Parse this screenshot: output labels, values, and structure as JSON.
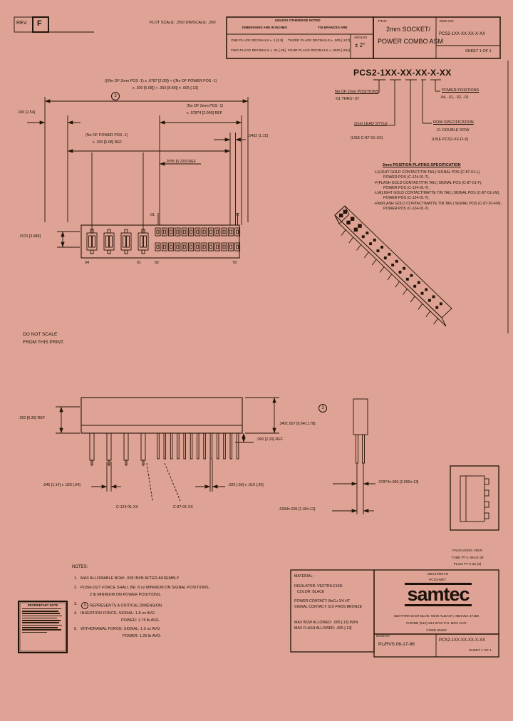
{
  "header": {
    "rev_label": "REV.",
    "rev_value": "F",
    "plot_scale": "PLOT SCALE: .250/ DIMSCALE: .200",
    "tolerance": {
      "unless": "UNLESS OTHERWISE NOTED",
      "dims_in": "DIMENSIONS ARE IN INCHES",
      "tols_are": "TOLERANCES ARE",
      "one_place": "ONE PLACE DECIMALS ± .1 [2.5]",
      "two_place": "TWO PLACE DECIMALS ± .01 [.25]",
      "three_place": "THREE PLACE DECIMALS ± .005 [.127]",
      "four_place": "FOUR PLACE DECIMALS ± .0020 [.051]",
      "angles_label": "ANGLES",
      "angles_value": "± 2°"
    },
    "title_label": "TITLE:",
    "title_line1": "2mm SOCKET/",
    "title_line2": "POWER COMBO ASM",
    "dwg_label": "DWG NO:",
    "dwg_no": "PCS2-1XX-XX-XX-X-XX",
    "sheet": "SHEET 1 OF 1"
  },
  "part_number": {
    "full": "PCS2-1XX-XX-XX-X-XX",
    "positions_label": "No OF 2mm POSITIONS",
    "positions_range": "-01 THRU -37",
    "power_label": "POWER POSITIONS",
    "power_values": "-04, -31, -32, -01",
    "lead_label": "2mm LEAD STYLE",
    "lead_use": "(USE C-87-01-XX)",
    "row_label": "ROW SPECIFICATION",
    "row_value": "-D: DOUBLE ROW",
    "row_use": "(USE PCS2-XX-D-X)"
  },
  "plating": {
    "title": "2mm POSITION PLATING SPECIFICATION",
    "lines": [
      "-L(LIGHT GOLD CONTACT/TIN TAIL) SIGNAL POS (C-87-01-L),",
      "POWER POS (C-124-01-T),",
      "-F(FLASH GOLD CONTACT/TIN TAIL) SIGNAL POS (C-87-01-F),",
      "POWER POS (C-124-01-T),",
      "-LM(LIGHT GOLD CONTACT/MATTE TIN TAIL) SIGNAL POS (C-87-01-LM),",
      "POWER POS (C-124-01-T),",
      "-FM(FLASH GOLD CONTACT/MATTE TIN TAIL) SIGNAL POS (C-87-01-FM),",
      "POWER POS (C-124-01-T)."
    ]
  },
  "top_view": {
    "formula_line1": "(((No OF 2mm POS -1) x .0787 [2.00]) + ((No OF POWER POS -1)",
    "formula_line2": "x .200 [5.08]) + .350 [8.89]) ± .005 [.13]",
    "dim_2mm_l1": "(No OF 2mm POS -1)",
    "dim_2mm_l2": "x .07874 [2.000] REF",
    "dim_power_l1": "(No OF POWER POS -1)",
    "dim_power_l2": "x .200 [5.08] REF",
    "dim_100": ".100 [2.54]",
    "dim_2055": ".2055 [5.220] REF",
    "dim_0452": ".0452 [1.15]",
    "dim_1570": ".1570 [3.988]",
    "pin_top_left": "01",
    "pin_top_right": "77",
    "pin_power_left": "04",
    "pin_power_right": "01",
    "pin_bot_left": "02",
    "pin_bot_right": "78",
    "critical_symbol": "3"
  },
  "side_view": {
    "dim_250": ".250 [6.35] REF",
    "dim_340": ".340±.007 [8.64±.178]",
    "dim_090": ".090 [2.29] REF",
    "dim_power_pin": ".045 [1.14] x .025 [.64]",
    "dim_signal_pin": ".020 [.50] x .010 [.25]",
    "callout_power": "C-124-01-XX",
    "callout_signal": "C-87-01-XX",
    "dim_07874": ".07874±.005 [2.000±.13]",
    "dim_0394": ".0394±.005 [1.00±.13]",
    "critical_symbol": "3"
  },
  "do_not_scale": {
    "line1": "DO NOT SCALE",
    "line2": "FROM THIS PRINT."
  },
  "notes": {
    "title": "NOTES:",
    "nums": [
      "1.",
      "2.",
      "3.",
      "4.",
      "5."
    ],
    "n1": "MAX ALLOWABLE BOW: .005 IN/IN AFTER ASSEMBLY",
    "n2a": "PUSH-OUT FORCE SHALL BE: 8 oz MINIMUM ON SIGNAL POSITIONS,",
    "n2b": "2 lb MINIMUM ON POWER POSITIONS.",
    "n3_sym": "3",
    "n3": "REPRESENTS A CRITICAL DIMENSION.",
    "n4a": "INSERTION FORCE; SIGNAL: 1.8 oz AVG",
    "n4b": "POWER: 1.75 lb AVG.",
    "n5a": "WITHDRAWAL FORCE; SIGNAL: 1.0 oz AVG",
    "n5b": "POWER: 1.25 lb AVG."
  },
  "material": {
    "title": "MATERIAL:",
    "insulator": "INSULATOR: VECTRA E130i",
    "color": "COLOR: BLACK",
    "power_contact": "POWER CONTACT: BeCu 1/4 HT",
    "signal_contact": "SIGNAL CONTACT: 510 PHOS BRONZE",
    "max_bow": "MAX BOW ALLOWED: .005 [.13] IN/IN",
    "max_flash": "MAX FLASH ALLOWED: .005 [.13]"
  },
  "packaging": {
    "line1": "PACKAGING VIEW",
    "line2": "TUBE PT-1-36-01-38",
    "line3": "PLUG PT-2-32 (2)"
  },
  "proprietary": {
    "title": "PROPRIETARY NOTE"
  },
  "footer": {
    "dept_line1": "MECH/MKTG",
    "dept_line2": "PCS2-MKT",
    "logo": "samtec",
    "address1": "520 PARK EAST BLVD.  NEW ALBANY, INDIANA 47150",
    "address2": "PHONE (812) 944-6733   P.O. BOX 1147",
    "address3": "CODE 55322",
    "made_by_label": "MADE BY:",
    "made_by_value": "PL/RVS 06-17-98",
    "dwg_no": "PCS2-1XX-XX-XX-X-XX",
    "sheet": "SHEET 1 OF 1"
  },
  "colors": {
    "background": "#dea394",
    "ink": "#1c120b"
  }
}
